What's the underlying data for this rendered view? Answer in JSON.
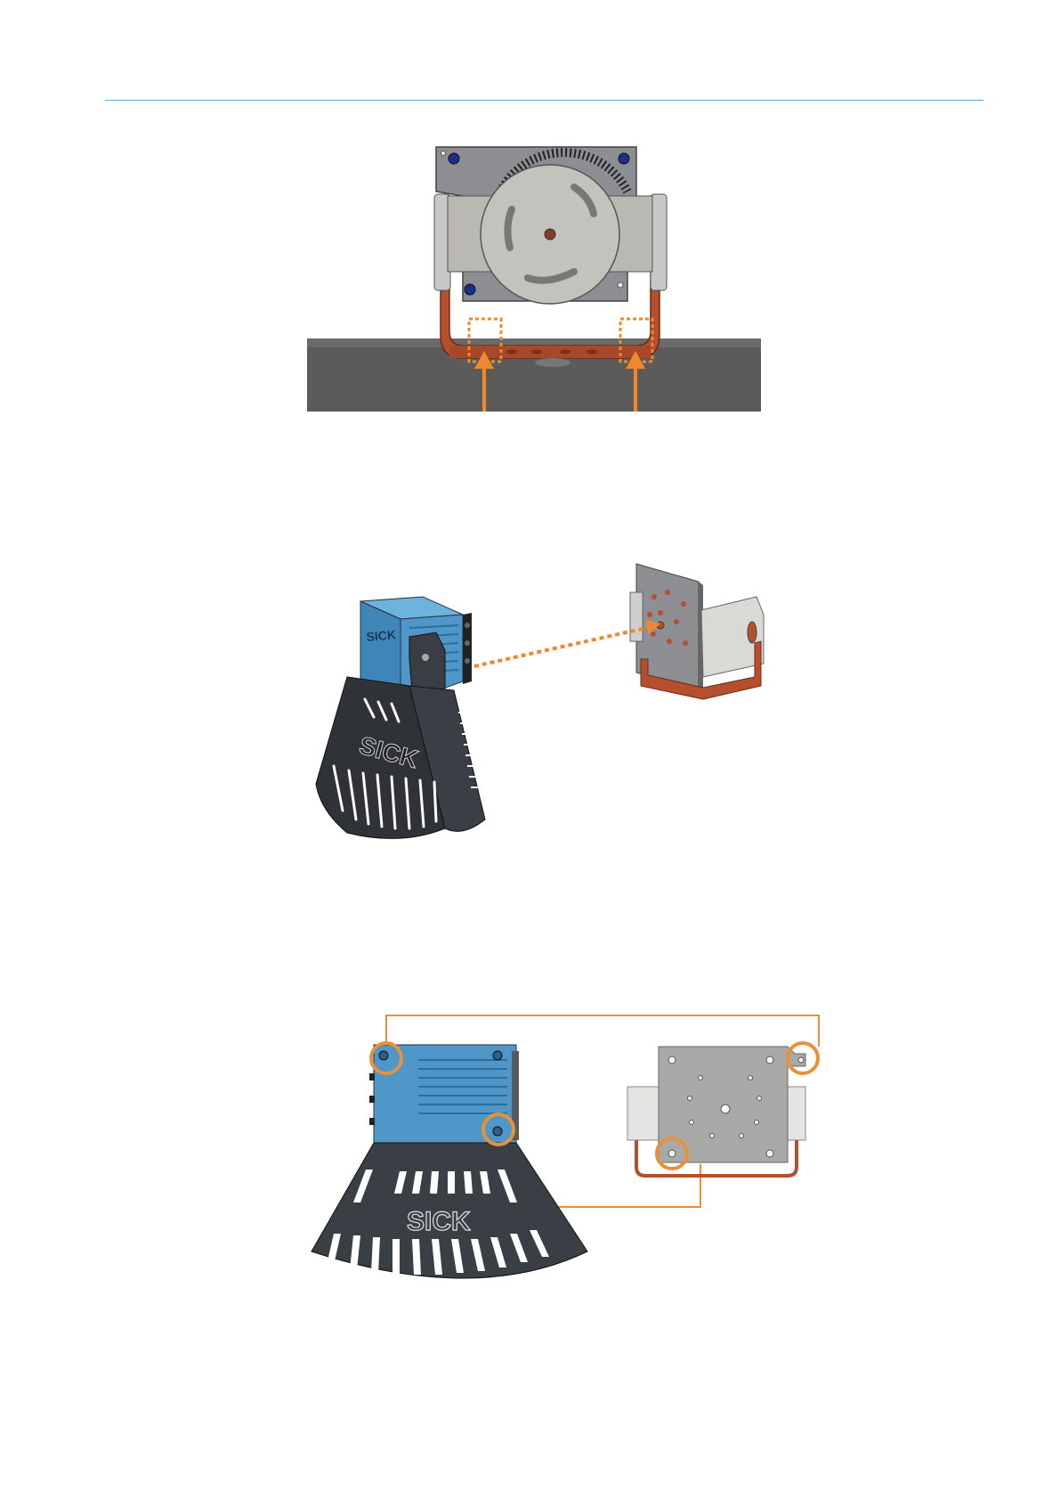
{
  "page": {
    "header_rule_color": "#5aa9dd"
  },
  "figures": [
    {
      "id": "bracket-front-view",
      "colors": {
        "plate": "#a9a9a7",
        "bracket": "#b5502e",
        "rail": "#5b5b5b",
        "arrow": "#f0892e",
        "screw": "#1b2f8a"
      }
    },
    {
      "id": "sensor-to-bracket-assembly",
      "logo": "SICK",
      "colors": {
        "sensor": "#4f97c8",
        "cover": "#2f3338",
        "bracket": "#b5502e",
        "arrow": "#f0892e"
      }
    },
    {
      "id": "mounting-hole-alignment",
      "logo": "SICK",
      "colors": {
        "sensor": "#4f97c8",
        "cover": "#3a3f45",
        "bracket": "#b5502e",
        "callout": "#e8913a"
      }
    }
  ]
}
